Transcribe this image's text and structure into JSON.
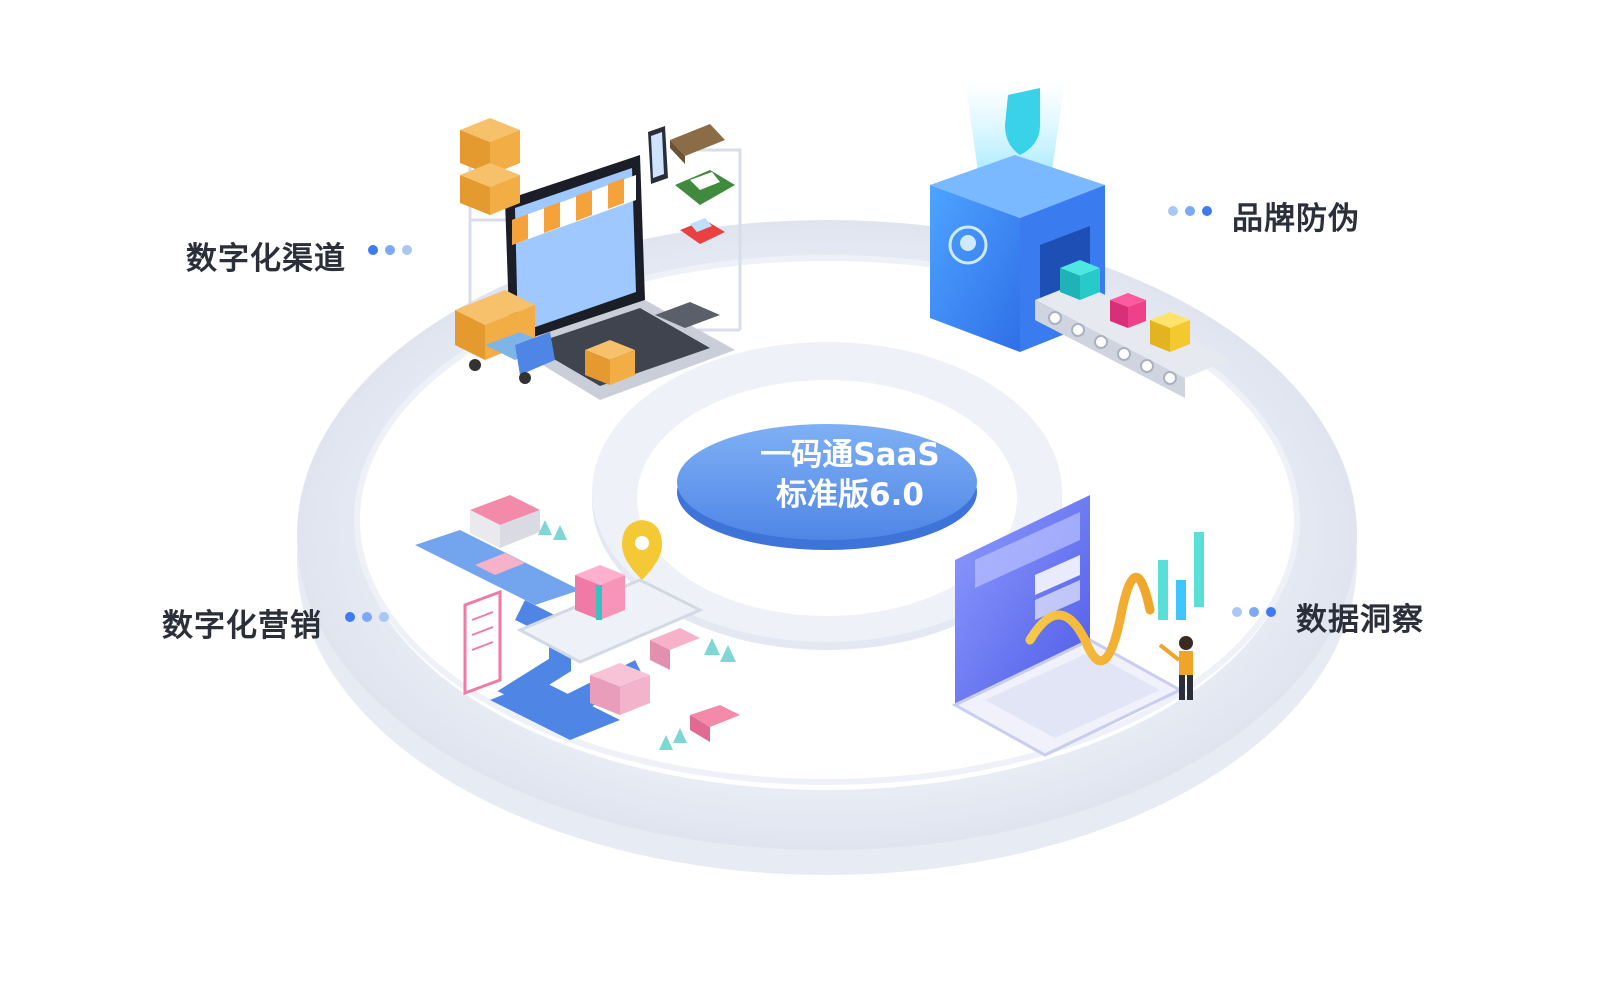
{
  "center": {
    "line1": "一码通SaaS",
    "line2": "标准版6.0"
  },
  "modules": [
    {
      "label": "数字化渠道",
      "icon": "ecommerce-laptop-icon"
    },
    {
      "label": "品牌防伪",
      "icon": "anti-counterfeit-machine-icon"
    },
    {
      "label": "数字化营销",
      "icon": "marketing-map-icon"
    },
    {
      "label": "数据洞察",
      "icon": "data-insight-screen-icon"
    }
  ],
  "colors": {
    "accent": "#3d7bf0",
    "dot_light": "#a8c8f6",
    "ring": "#e9ecf4",
    "hub": "#5b95ec"
  }
}
